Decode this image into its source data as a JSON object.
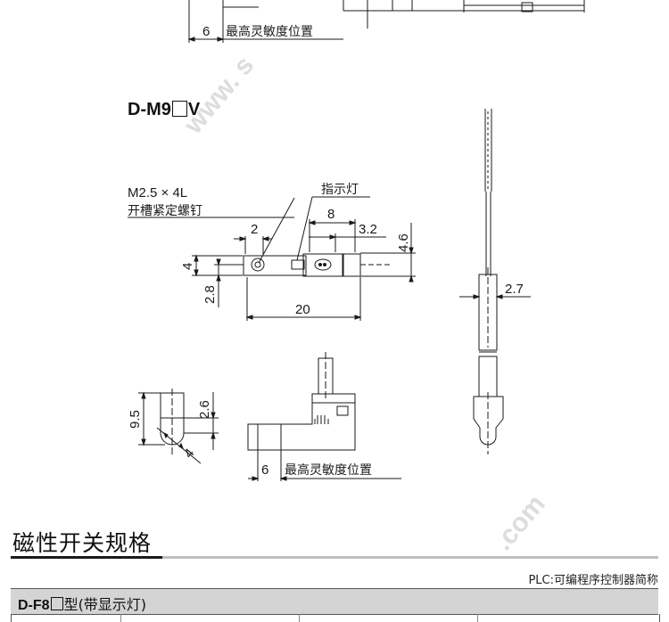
{
  "top_diagram": {
    "dim_6": "6",
    "max_sensitivity_label": "最高灵敏度位置"
  },
  "model": {
    "prefix": "D-M9",
    "suffix": "V"
  },
  "labels": {
    "screw": "M2.5 × 4L",
    "slotted_set_screw": "开槽紧定螺钉",
    "indicator_light": "指示灯"
  },
  "dimensions": {
    "d2": "2",
    "d8": "8",
    "d3_2": "3.2",
    "d4_6": "4.6",
    "d4": "4",
    "d2_8": "2.8",
    "d20": "20",
    "d2_7": "2.7",
    "d9_5": "9.5",
    "d2_6": "2.6",
    "d4_b": "4",
    "d6": "6"
  },
  "bottom_diagram": {
    "max_sensitivity_label": "最高灵敏度位置"
  },
  "section": {
    "title": "磁性开关规格",
    "plc_note": "PLC:可编程序控制器简称"
  },
  "table": {
    "header_model": "D-F8",
    "header_rest": "型(带显示灯)"
  },
  "watermark": {
    "text_top": "www. s",
    "text_bottom": ".com"
  }
}
